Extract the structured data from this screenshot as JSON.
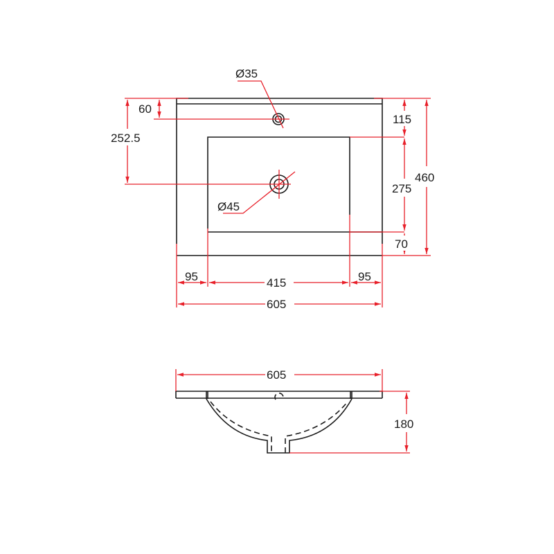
{
  "drawing": {
    "title": "Washbasin technical drawing",
    "units": "mm",
    "colors": {
      "outline": "#1a1a1a",
      "dimension": "#e8202a",
      "background": "#ffffff"
    },
    "top_view": {
      "tap_hole_diameter": "Ø35",
      "drain_hole_diameter": "Ø45",
      "tap_hole_offset": "60",
      "drain_offset": "252.5",
      "back_margin": "115",
      "bowl_depth": "275",
      "front_margin": "70",
      "overall_depth": "460",
      "side_margin_left": "95",
      "bowl_width": "415",
      "side_margin_right": "95",
      "overall_width": "605"
    },
    "side_view": {
      "overall_width": "605",
      "overall_height": "180"
    }
  }
}
